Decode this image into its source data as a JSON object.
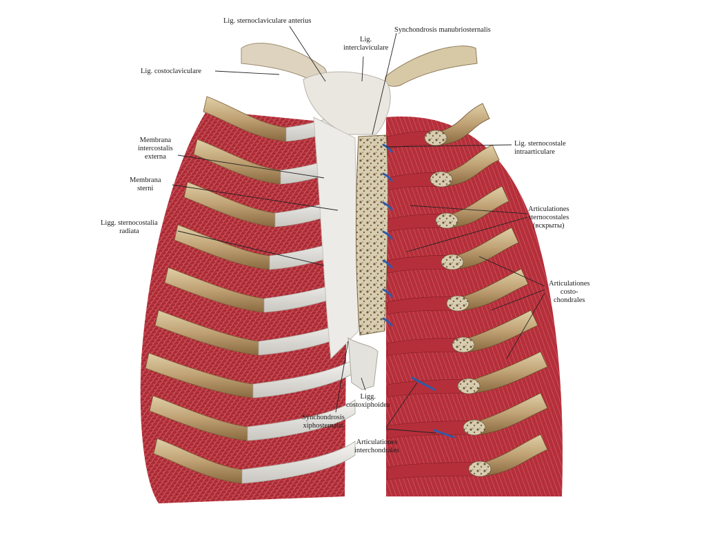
{
  "figure": {
    "labels": {
      "lig_sternoclaviculare_anterius": "Lig. sternoclaviculare anterius",
      "lig_interclaviculare": [
        "Lig.",
        "interclaviculare"
      ],
      "synchondrosis_manubriosternalis": "Synchondrosis manubriosternalis",
      "lig_costoclaviculare": "Lig. costoclaviculare",
      "membrana_intercostalis_externa": [
        "Membrana",
        "intercostalis",
        "externa"
      ],
      "membrana_sterni": [
        "Membrana",
        "sterni"
      ],
      "ligg_sternocostalia_radiata": [
        "Ligg. sternocostalia",
        "radiata"
      ],
      "lig_sternocostale_intraarticulare": [
        "Lig. sternocostale",
        "intraarticulare"
      ],
      "articulationes_sternocostales": [
        "Articulationes",
        "sternocostales",
        "(вскрыты)"
      ],
      "articulationes_costochondrales": [
        "Articulationes",
        "costo-",
        "chondrales"
      ],
      "ligg_costoxiphoidea": [
        "Ligg.",
        "costoxiphoidea"
      ],
      "synchondrosis_xiphosternalis": [
        "Synchondrosis",
        "xiphosternalis"
      ],
      "articulationes_interchondrales": [
        "Articulationes",
        "interchondrales"
      ]
    },
    "colors": {
      "bone": "#c9b48a",
      "bone_dark": "#8c6e44",
      "cartilage": "#ecebe8",
      "muscle": "#b8323d",
      "muscle_dark": "#7e1a22",
      "sternum": "#d9cfb4",
      "joint_blue": "#2f5aa8",
      "leader": "#222222"
    }
  }
}
